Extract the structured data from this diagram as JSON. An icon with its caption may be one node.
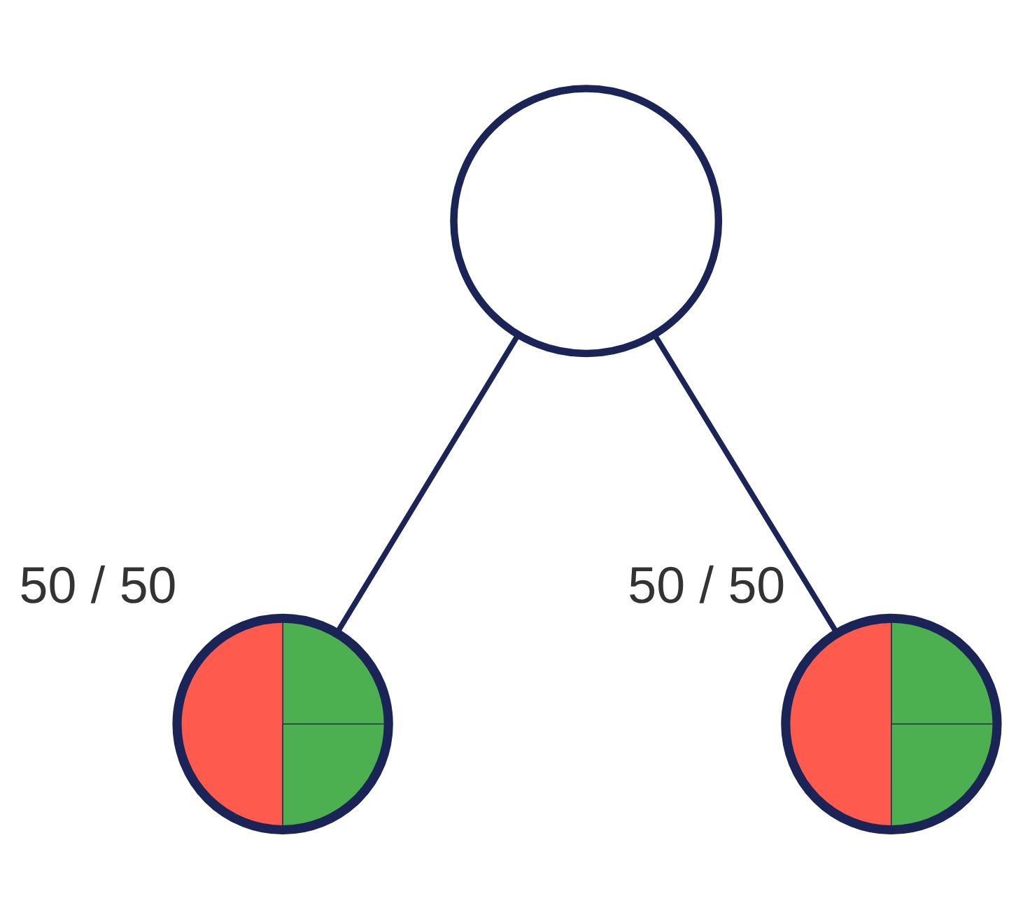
{
  "diagram": {
    "nodes": [
      {
        "text": [],
        "shape": "circle"
      },
      {
        "text": [],
        "shape": "circle",
        "beside": [
          "50 / 50"
        ]
      },
      {
        "text": [],
        "shape": "circle",
        "beside": [
          "50 / 50"
        ]
      }
    ],
    "edges": [
      {
        "from": 0,
        "to": 1,
        "arrow": "none"
      },
      {
        "from": 0,
        "to": 2,
        "arrow": "none"
      }
    ]
  }
}
